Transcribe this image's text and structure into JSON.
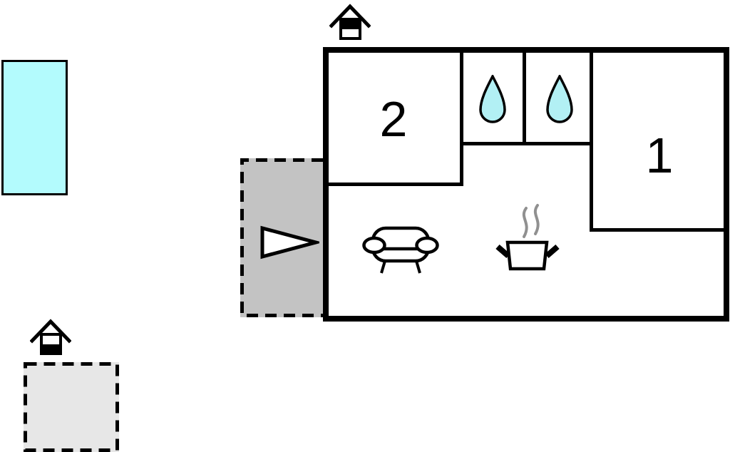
{
  "plan": {
    "rooms": [
      {
        "id": "room-1",
        "label": "1"
      },
      {
        "id": "room-2",
        "label": "2"
      }
    ],
    "colors": {
      "wall": "#000000",
      "pool_fill": "#b3fbfd",
      "drop_fill": "#b2f0f4",
      "terrace_fill": "#c3c3c3",
      "annex_fill": "#e7e7e7",
      "steam": "#909090"
    },
    "icons": {
      "house_marker_top": "house-icon",
      "house_marker_bottom": "house-icon",
      "bathroom_left": "water-drop-icon",
      "bathroom_right": "water-drop-icon",
      "living_area": "sofa-icon",
      "kitchen": "cooking-pot-icon",
      "entrance": "entrance-arrow-icon"
    }
  }
}
